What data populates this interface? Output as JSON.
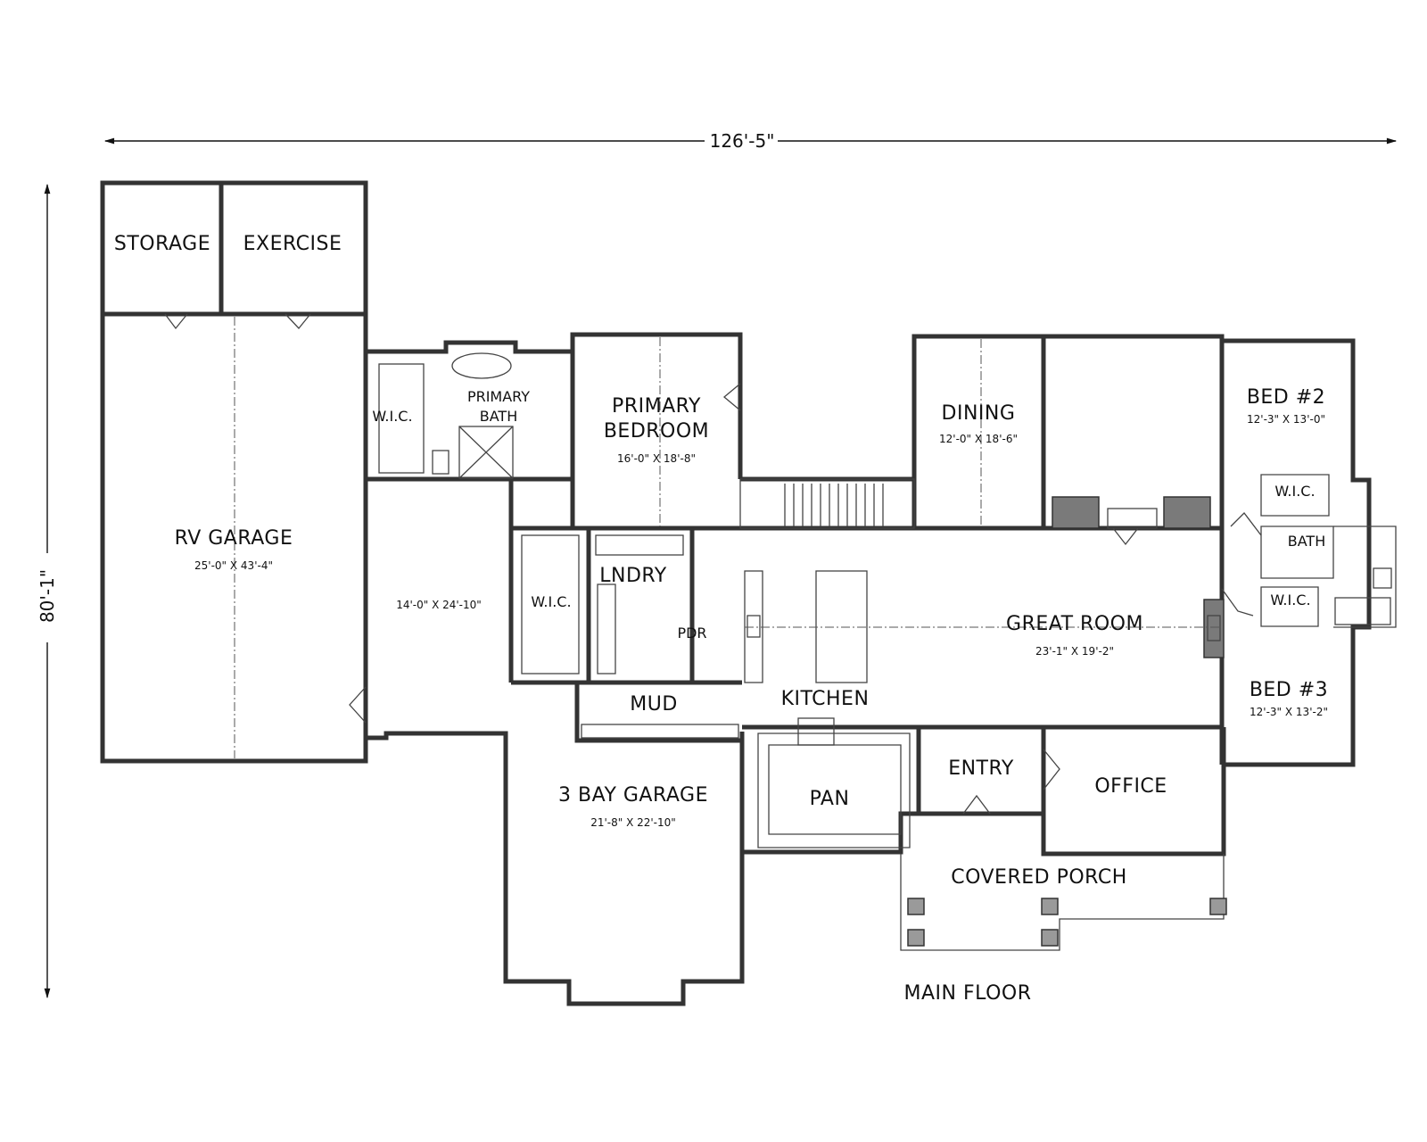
{
  "plan": {
    "overall_width": "126'-5\"",
    "overall_depth": "80'-1\"",
    "title": "MAIN FLOOR"
  },
  "rooms": {
    "storage": "STORAGE",
    "exercise": "EXERCISE",
    "rv_garage": "RV GARAGE",
    "rv_garage_dim": "25'-0\" X 43'-4\"",
    "shop_dim": "14'-0\" X 24'-10\"",
    "wic_primary": "W.I.C.",
    "primary_bath_line1": "PRIMARY",
    "primary_bath_line2": "BATH",
    "primary_bedroom_line1": "PRIMARY",
    "primary_bedroom_line2": "BEDROOM",
    "primary_bedroom_dim": "16'-0\" X 18'-8\"",
    "wic_laundry": "W.I.C.",
    "laundry": "LNDRY",
    "powder": "PDR",
    "mud": "MUD",
    "garage_3bay": "3 BAY GARAGE",
    "garage_3bay_dim": "21'-8\" X 22'-10\"",
    "kitchen": "KITCHEN",
    "pantry": "PAN",
    "dining": "DINING",
    "dining_dim": "12'-0\" X 18'-6\"",
    "great_room": "GREAT ROOM",
    "great_room_dim": "23'-1\" X 19'-2\"",
    "entry": "ENTRY",
    "office": "OFFICE",
    "covered_porch": "COVERED PORCH",
    "bed2": "BED #2",
    "bed2_dim": "12'-3\" X 13'-0\"",
    "bed3": "BED #3",
    "bed3_dim": "12'-3\" X 13'-2\"",
    "wic_bed2": "W.I.C.",
    "bath": "BATH",
    "wic_bed3": "W.I.C."
  }
}
